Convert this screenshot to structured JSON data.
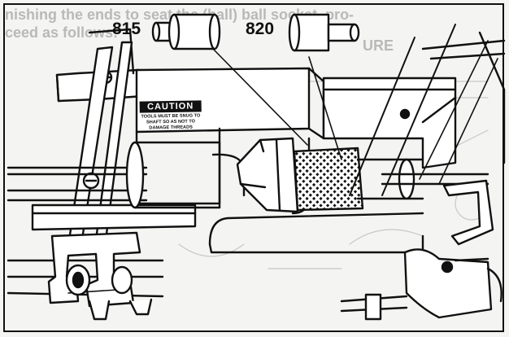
{
  "callouts": {
    "tool_a": "815",
    "tool_b": "820"
  },
  "caution_label": {
    "title": "CAUTION",
    "body": "TOOLS MUST BE SNUG TO SHAFT SO AS NOT TO DAMAGE THREADS"
  },
  "background_text": {
    "line1": "nishing the ends to seat the (ball) ball socket, pro-",
    "line2": "ceed as follows:",
    "line3": "URE",
    "line4": "",
    "line5": ""
  },
  "colors": {
    "ink": "#111111",
    "paper": "#f4f4f2",
    "faint_text": "#b9b9b9"
  }
}
